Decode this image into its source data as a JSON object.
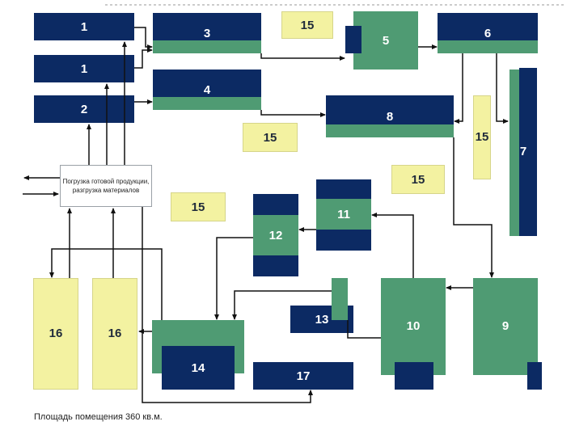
{
  "blocks": {
    "b1a": "1",
    "b1b": "1",
    "b2": "2",
    "b3": "3",
    "b4": "4",
    "b5": "5",
    "b6": "6",
    "b7": "7",
    "b8": "8",
    "b9": "9",
    "b10": "10",
    "b11": "11",
    "b12": "12",
    "b13": "13",
    "b14": "14",
    "b15a": "15",
    "b15b": "15",
    "b15c": "15",
    "b15d": "15",
    "b15e": "15",
    "b16a": "16",
    "b16b": "16",
    "b17": "17"
  },
  "loading": {
    "line1": "Погрузка готовой продукции,",
    "line2": "разгрузка материалов"
  },
  "footer": "Площадь помещения 360 кв.м.",
  "colors": {
    "navy": "#0c2a63",
    "green": "#4f9b73",
    "yellow": "#f3f2a1"
  }
}
